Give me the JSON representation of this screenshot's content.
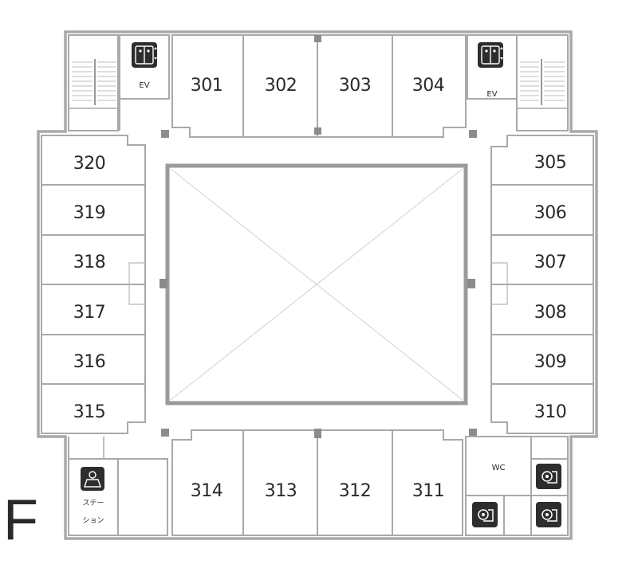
{
  "floor_label": "F",
  "rooms_top": [
    "301",
    "302",
    "303",
    "304"
  ],
  "rooms_right": [
    "305",
    "306",
    "307",
    "308",
    "309",
    "310"
  ],
  "rooms_bottom": [
    "314",
    "313",
    "312",
    "311"
  ],
  "rooms_left": [
    "320",
    "319",
    "318",
    "317",
    "316",
    "315"
  ],
  "elevator_left_label": "EV",
  "elevator_right_label": "EV",
  "restroom_label": "WC",
  "station_label_line1": "ステー",
  "station_label_line2": "ション",
  "icons": {
    "elevator": "elevator-icon",
    "station": "nurse-station-icon",
    "restroom": "toilet-icon"
  },
  "colors": {
    "wall": "#a9a9a9",
    "icon": "#2d2d2d",
    "text": "#2a2a2a"
  }
}
